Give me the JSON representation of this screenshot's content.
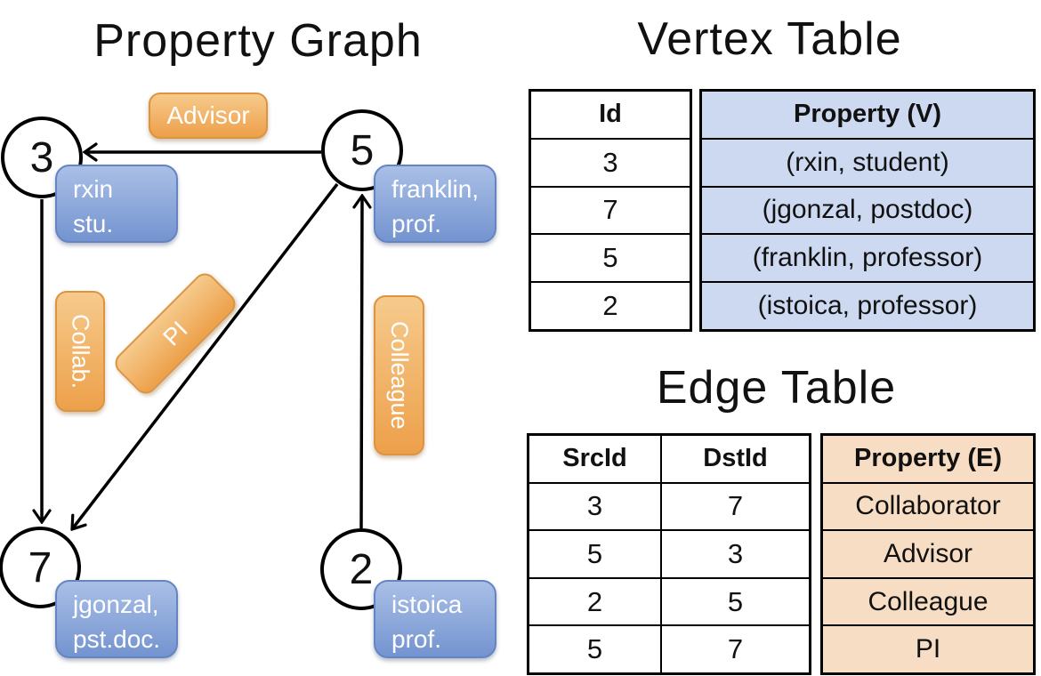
{
  "graph": {
    "title": "Property Graph",
    "nodes": {
      "n3": {
        "id": "3",
        "line1": "rxin",
        "line2": "stu."
      },
      "n5": {
        "id": "5",
        "line1": "franklin,",
        "line2": "prof."
      },
      "n7": {
        "id": "7",
        "line1": "jgonzal,",
        "line2": "pst.doc."
      },
      "n2": {
        "id": "2",
        "line1": "istoica",
        "line2": "prof."
      }
    },
    "edges": [
      {
        "src": "5",
        "dst": "3",
        "label": "Advisor"
      },
      {
        "src": "3",
        "dst": "7",
        "label": "Collab."
      },
      {
        "src": "5",
        "dst": "7",
        "label": "PI"
      },
      {
        "src": "2",
        "dst": "5",
        "label": "Colleague"
      }
    ]
  },
  "vertex_table": {
    "title": "Vertex Table",
    "col_id": "Id",
    "col_property": "Property (V)",
    "rows": [
      {
        "id": "3",
        "property": "(rxin, student)"
      },
      {
        "id": "7",
        "property": "(jgonzal, postdoc)"
      },
      {
        "id": "5",
        "property": "(franklin, professor)"
      },
      {
        "id": "2",
        "property": "(istoica, professor)"
      }
    ]
  },
  "edge_table": {
    "title": "Edge Table",
    "col_src": "SrcId",
    "col_dst": "DstId",
    "col_property": "Property (E)",
    "rows": [
      {
        "src": "3",
        "dst": "7",
        "property": "Collaborator"
      },
      {
        "src": "5",
        "dst": "3",
        "property": "Advisor"
      },
      {
        "src": "2",
        "dst": "5",
        "property": "Colleague"
      },
      {
        "src": "5",
        "dst": "7",
        "property": "PI"
      }
    ]
  },
  "colors": {
    "edge_label_top": "#f6ca8c",
    "edge_label_bottom": "#eda04a",
    "edge_label_border": "#dd9440",
    "vertex_box_top": "#a9bfe6",
    "vertex_box_bottom": "#7494d0",
    "vertex_box_border": "#6584c2",
    "vertex_table_fill": "#cdd9f1",
    "edge_table_fill": "#f6ddc3",
    "line_color": "#000000",
    "text_on_boxes": "#ffffff"
  }
}
